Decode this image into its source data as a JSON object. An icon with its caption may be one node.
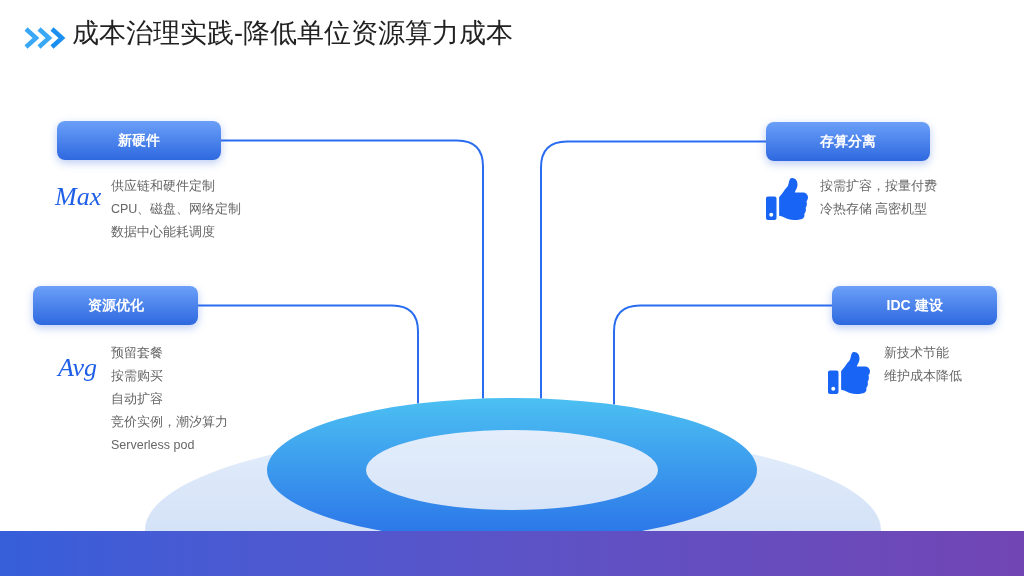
{
  "diagram": {
    "title": "成本治理实践-降低单位资源算力成本",
    "nodes": [
      {
        "text": [
          "新硬件"
        ],
        "beside": [
          "供应链和硬件定制",
          "CPU、磁盘、网络定制",
          "数据中心能耗调度"
        ]
      },
      {
        "text": [
          "存算分离"
        ],
        "beside": [
          "按需扩容，按量付费",
          "冷热存储 高密机型"
        ]
      },
      {
        "text": [
          "资源优化"
        ]
      },
      {
        "text": [
          "IDC 建设"
        ],
        "beside": [
          "新技术节能",
          "维护成本降低"
        ]
      },
      {
        "text": [],
        "shape": "ring"
      }
    ],
    "edges": [
      {
        "from": 0,
        "to": 4,
        "arrow": "none"
      },
      {
        "from": 1,
        "to": 4,
        "arrow": "none"
      },
      {
        "from": 2,
        "to": 4,
        "arrow": "none"
      },
      {
        "from": 3,
        "to": 4,
        "arrow": "none"
      }
    ],
    "labels": [
      "Max",
      "Avg",
      "预留套餐",
      "按需购买",
      "自动扩容",
      "竞价实例，潮汐算力",
      "Serverless pod"
    ]
  }
}
